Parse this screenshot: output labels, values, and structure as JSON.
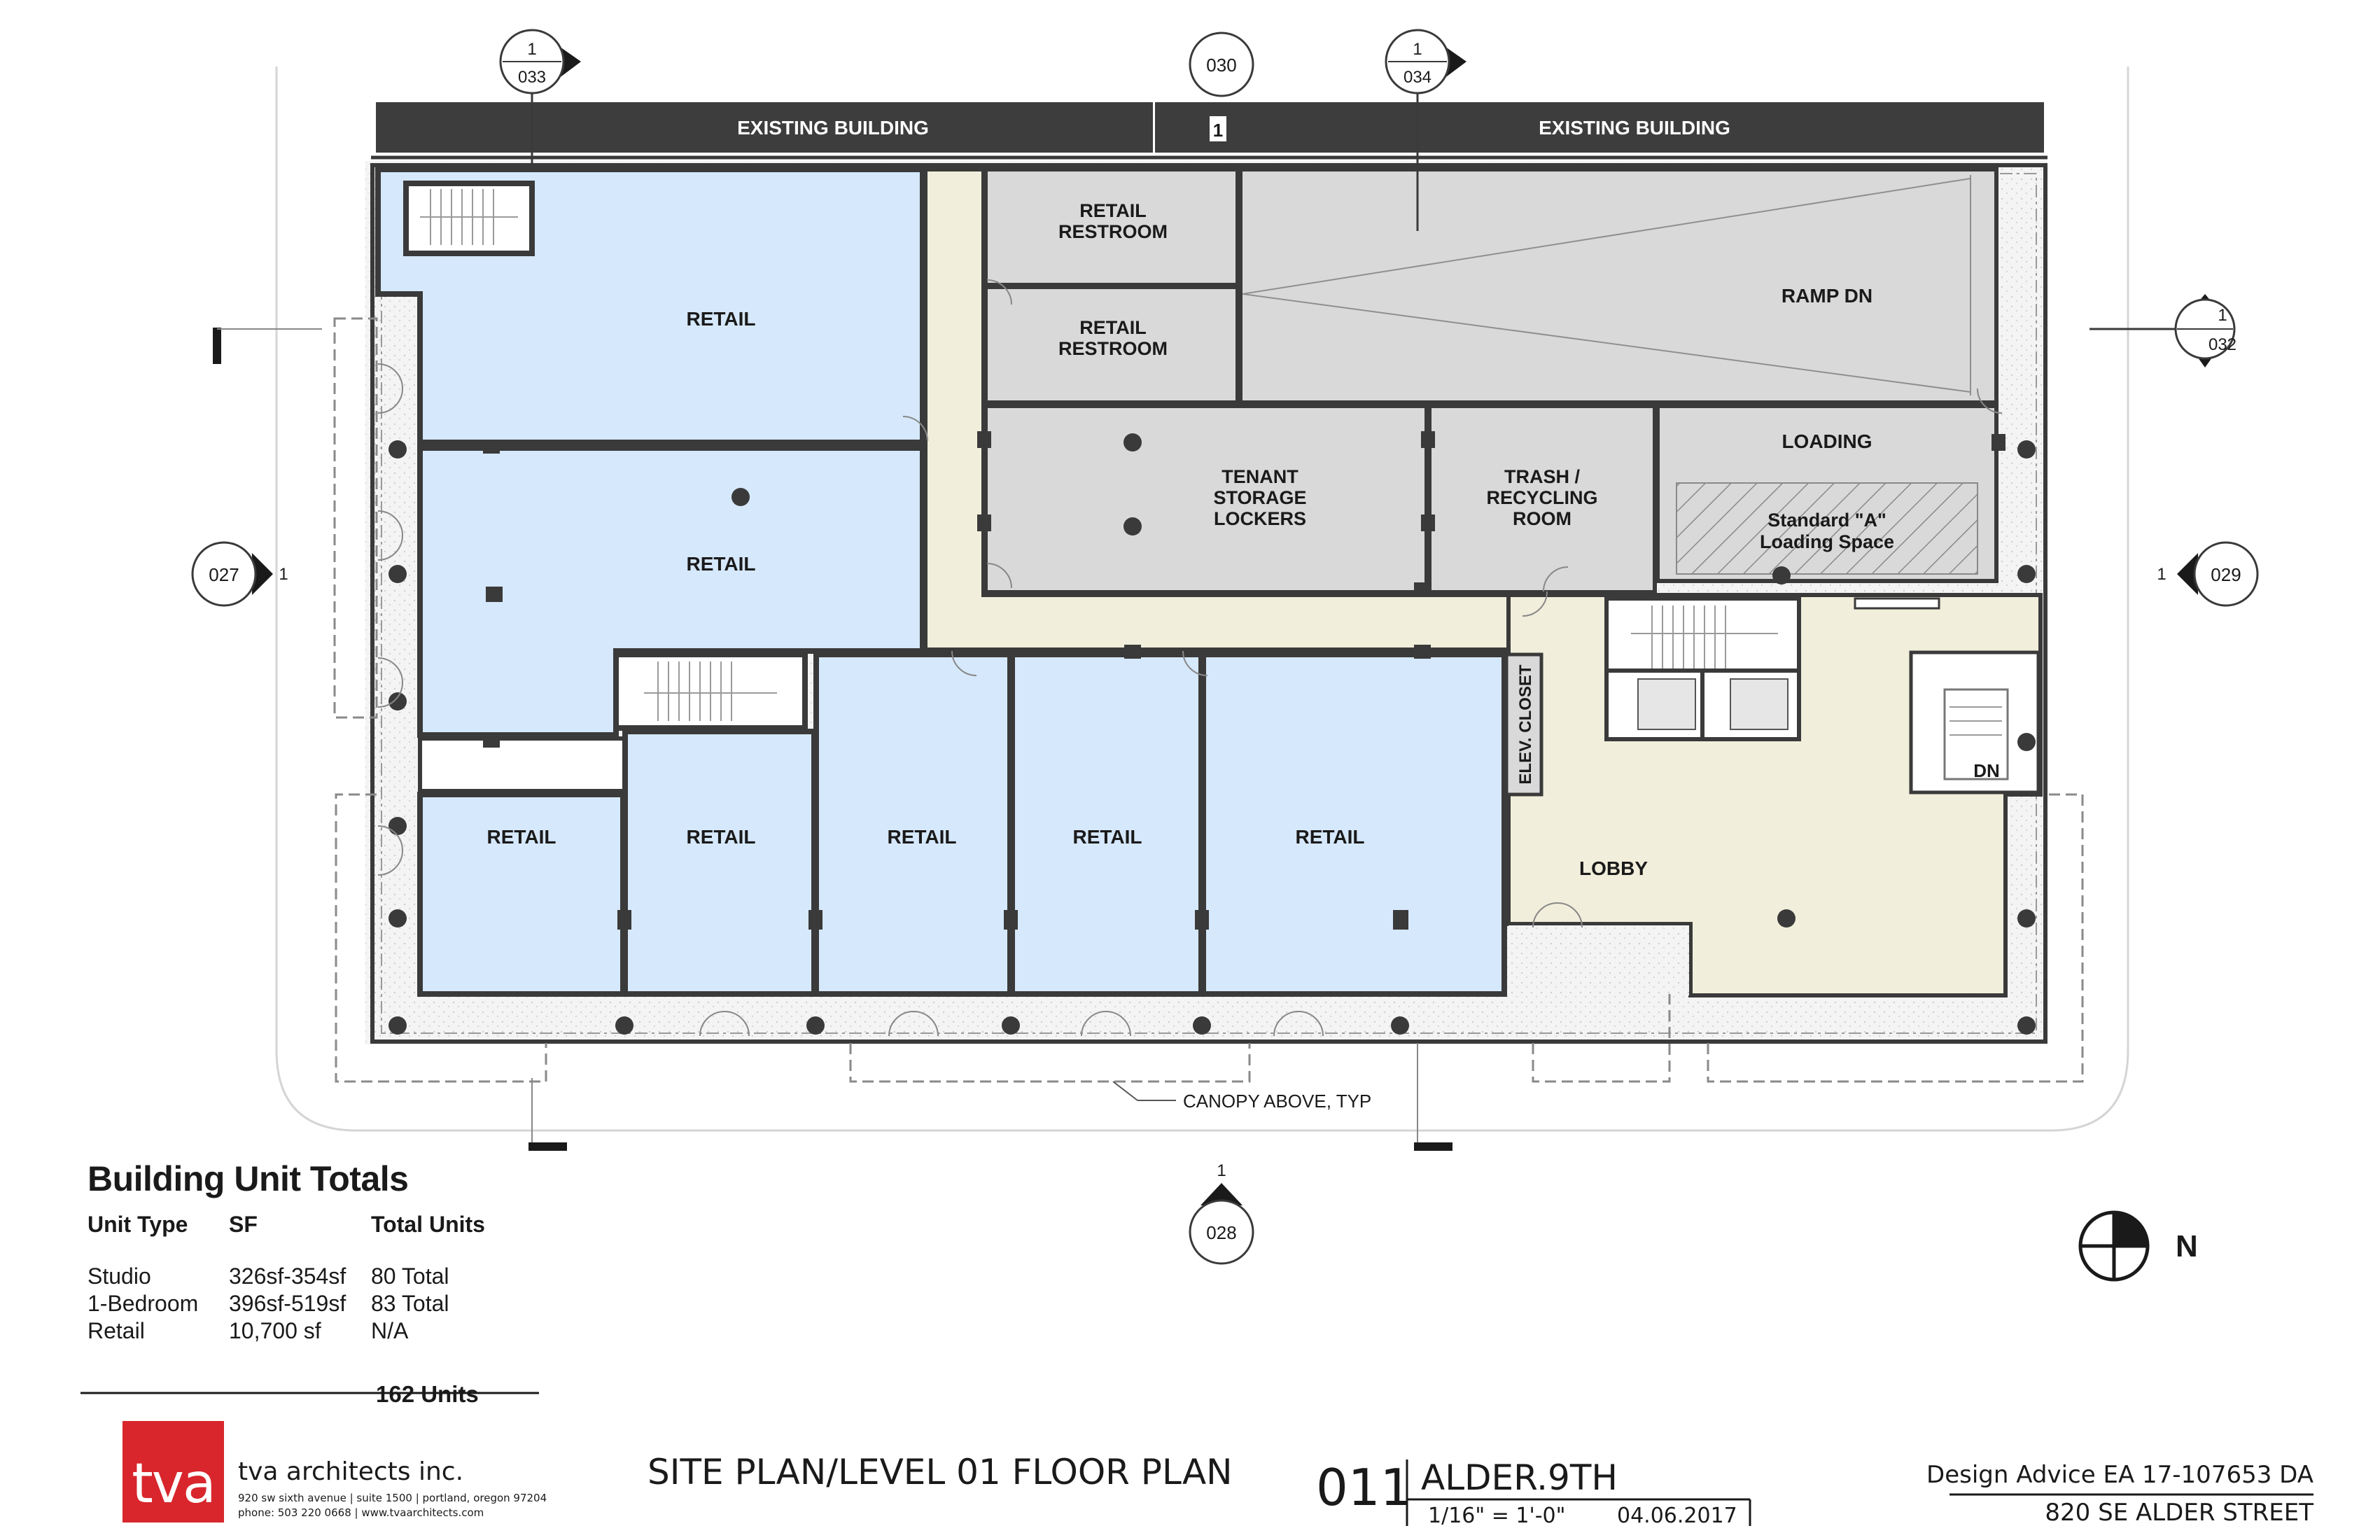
{
  "sheet": {
    "title": "SITE PLAN/LEVEL 01 FLOOR PLAN",
    "number": "011",
    "project": "ALDER.9TH",
    "scale": "1/16\" = 1'-0\"",
    "date": "04.06.2017",
    "design_advice": "Design Advice EA 17-107653 DA",
    "address": "820 SE ALDER STREET",
    "north": "N"
  },
  "rooms": {
    "existing_left": "EXISTING BUILDING",
    "existing_right": "EXISTING BUILDING",
    "existing_marker": "1",
    "retail_nw": "RETAIL",
    "retail_w": "RETAIL",
    "retail_s1": "RETAIL",
    "retail_s2": "RETAIL",
    "retail_s3": "RETAIL",
    "retail_s4": "RETAIL",
    "retail_s5": "RETAIL",
    "restroom1": [
      "RETAIL",
      "RESTROOM"
    ],
    "restroom2": [
      "RETAIL",
      "RESTROOM"
    ],
    "ramp": "RAMP DN",
    "tenant": [
      "TENANT",
      "STORAGE",
      "LOCKERS"
    ],
    "trash": [
      "TRASH /",
      "RECYCLING",
      "ROOM"
    ],
    "loading": "LOADING",
    "loading_space": [
      "Standard \"A\"",
      "Loading Space"
    ],
    "elev_closet": "ELEV. CLOSET",
    "lobby": "LOBBY",
    "stair_dn": "DN",
    "canopy": "CANOPY ABOVE, TYP"
  },
  "section_markers": {
    "s033": [
      "1",
      "033"
    ],
    "s030": "030",
    "s034": [
      "1",
      "034"
    ],
    "s032": [
      "1",
      "032"
    ],
    "s027": "027",
    "s027_num": "1",
    "s029": "029",
    "s029_num": "1",
    "s028": "028",
    "s028_num": "1"
  },
  "unit_totals": {
    "title": "Building Unit Totals",
    "headers": [
      "Unit Type",
      "SF",
      "Total Units"
    ],
    "rows": [
      [
        "Studio",
        "326sf-354sf",
        "80 Total"
      ],
      [
        "1-Bedroom",
        "396sf-519sf",
        "83 Total"
      ],
      [
        "Retail",
        "10,700 sf",
        "N/A"
      ]
    ],
    "total": "162 Units"
  },
  "firm": {
    "logo": "tva",
    "name": "tva architects inc.",
    "address": "920 sw sixth avenue  |  suite 1500  |  portland, oregon 97204",
    "phone": "phone:  503 220 0668  |  www.tvaarchitects.com"
  },
  "colors": {
    "retail": "#d6e8fb",
    "service": "#d9d9d9",
    "corridor": "#f1eedb",
    "wall": "#3a3a3a",
    "existing": "#3d3d3d",
    "logo": "#d8262c"
  }
}
